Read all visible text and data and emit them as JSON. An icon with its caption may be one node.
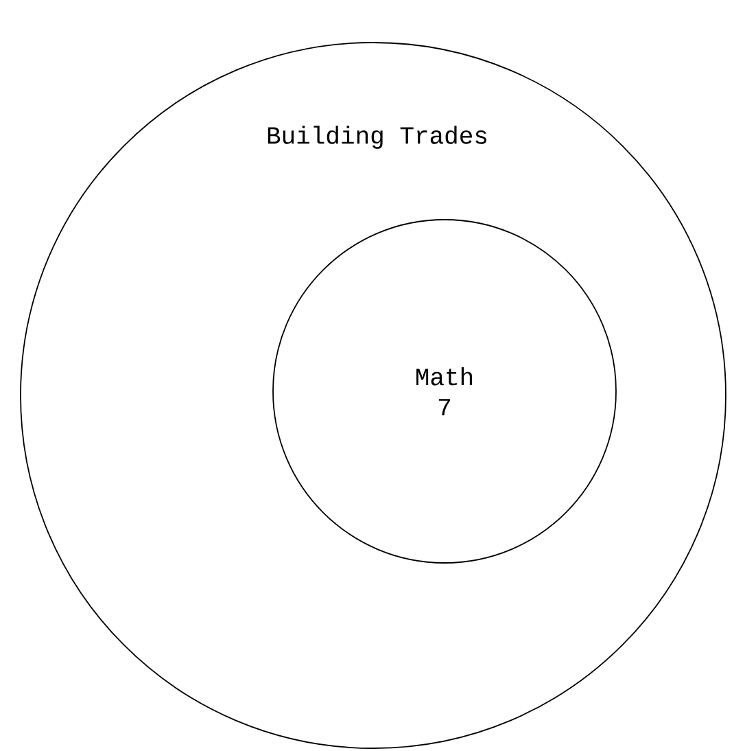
{
  "diagram": {
    "nodes": [
      {
        "text": [
          "Building Trades"
        ]
      },
      {
        "text": [
          "Math 7"
        ],
        "in": 0
      }
    ]
  }
}
